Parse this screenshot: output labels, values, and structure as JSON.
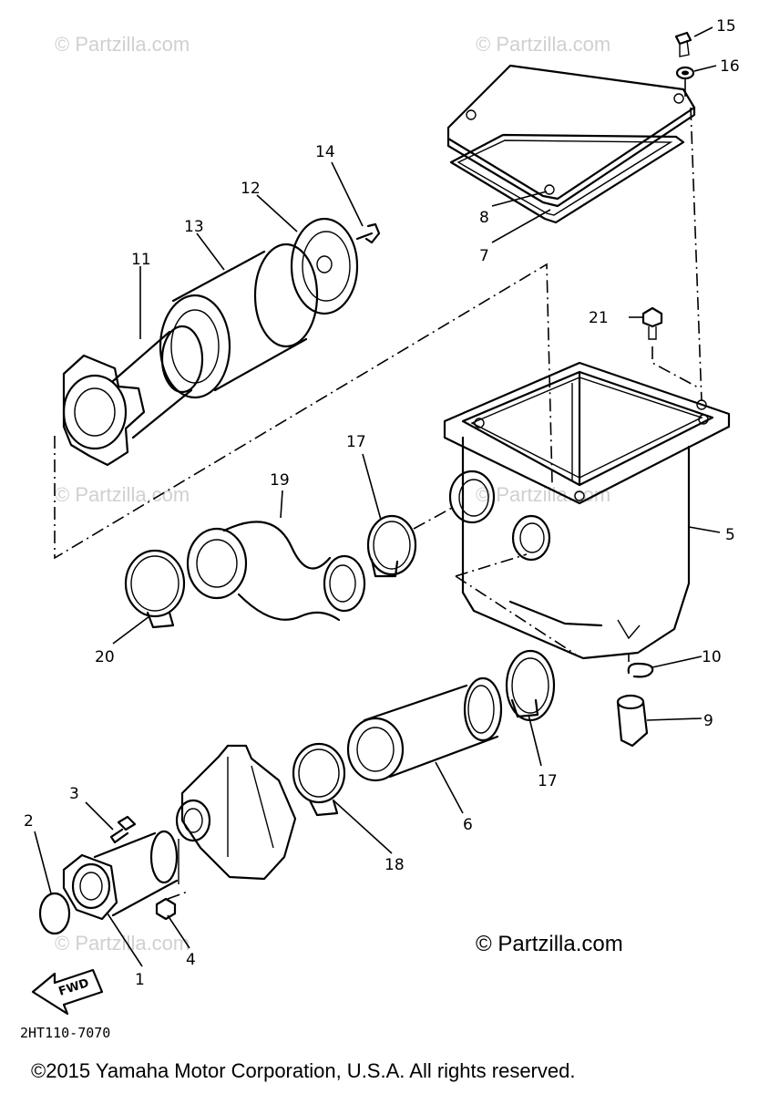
{
  "watermark": "© Partzilla.com",
  "copyright_mark": "© Partzilla.com",
  "diagram_code": "2HT110-7070",
  "fwd_label": "FWD",
  "footer": "©2015  Yamaha Motor Corporation, U.S.A. All rights reserved.",
  "callouts": [
    {
      "id": "c1",
      "label": "1"
    },
    {
      "id": "c2",
      "label": "2"
    },
    {
      "id": "c3",
      "label": "3"
    },
    {
      "id": "c4",
      "label": "4"
    },
    {
      "id": "c5",
      "label": "5"
    },
    {
      "id": "c6",
      "label": "6"
    },
    {
      "id": "c7",
      "label": "7"
    },
    {
      "id": "c8",
      "label": "8"
    },
    {
      "id": "c9",
      "label": "9"
    },
    {
      "id": "c10",
      "label": "10"
    },
    {
      "id": "c11",
      "label": "11"
    },
    {
      "id": "c12",
      "label": "12"
    },
    {
      "id": "c13",
      "label": "13"
    },
    {
      "id": "c14",
      "label": "14"
    },
    {
      "id": "c15",
      "label": "15"
    },
    {
      "id": "c16",
      "label": "16"
    },
    {
      "id": "c17a",
      "label": "17"
    },
    {
      "id": "c17b",
      "label": "17"
    },
    {
      "id": "c18",
      "label": "18"
    },
    {
      "id": "c19",
      "label": "19"
    },
    {
      "id": "c20",
      "label": "20"
    },
    {
      "id": "c21",
      "label": "21"
    }
  ]
}
